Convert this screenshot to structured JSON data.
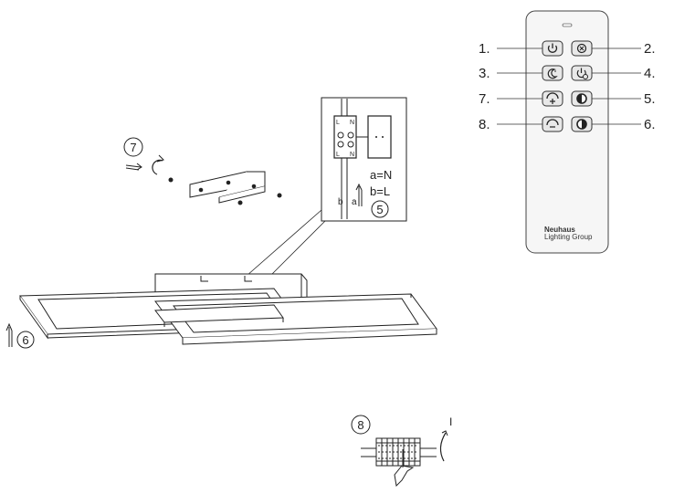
{
  "remote": {
    "brand": "Neuhaus",
    "subbrand": "Lighting Group",
    "buttons": [
      {
        "number": "1.",
        "function": "power",
        "icon": "power-icon"
      },
      {
        "number": "2.",
        "function": "timer-cancel",
        "icon": "circle-x-icon"
      },
      {
        "number": "3.",
        "function": "night-mode",
        "icon": "moon-stars-icon"
      },
      {
        "number": "4.",
        "function": "sleep-timer",
        "icon": "power-clock-icon"
      },
      {
        "number": "7.",
        "function": "brightness-up",
        "icon": "dim-up-icon"
      },
      {
        "number": "5.",
        "function": "color-warm",
        "icon": "warm-white-icon"
      },
      {
        "number": "8.",
        "function": "brightness-down",
        "icon": "dim-down-icon"
      },
      {
        "number": "6.",
        "function": "color-cool",
        "icon": "cool-white-icon"
      }
    ]
  },
  "callouts": {
    "step_5": "5",
    "step_6": "6",
    "step_7": "7",
    "step_8": "8",
    "wire_a": "a=N",
    "wire_b": "b=L",
    "wire_b_short": "b",
    "wire_a_short": "a",
    "terminal_L": "L",
    "terminal_N": "N",
    "insert_mark": "I"
  },
  "colors": {
    "line": "#222222",
    "remote_body": "#f4f4f4",
    "remote_button": "#e6e6e6"
  }
}
